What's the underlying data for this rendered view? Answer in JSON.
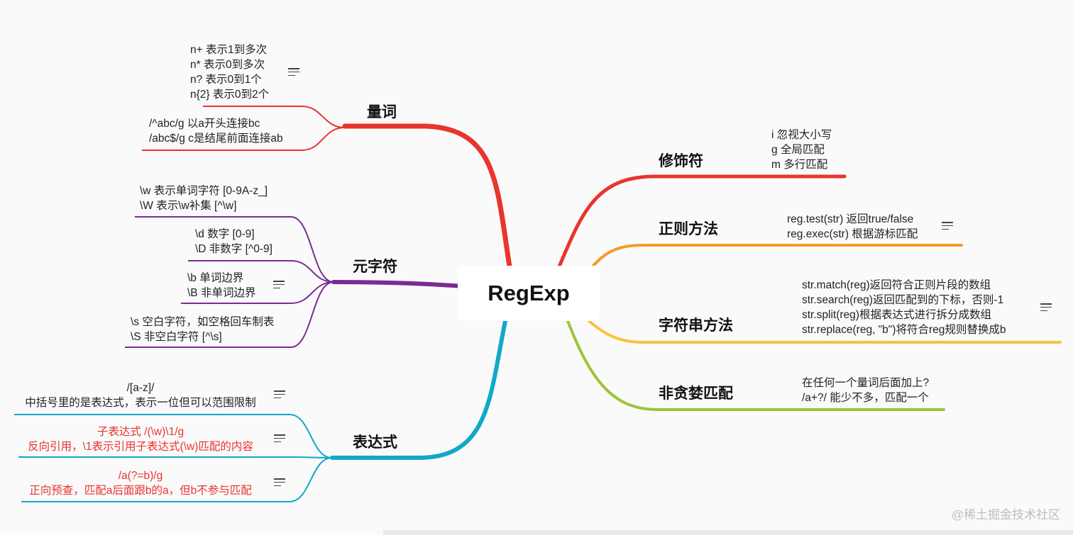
{
  "root": {
    "label": "RegExp"
  },
  "colors": {
    "liangci": "#e8352e",
    "yuanzifu": "#7b2b92",
    "biaodashi": "#12a8c8",
    "xiushifu": "#e8352e",
    "zhengze": "#f39c2a",
    "zifuchuan": "#f8c43c",
    "feitanlan": "#9cc43c"
  },
  "branches": {
    "liangci": {
      "label": "量词",
      "groups": [
        {
          "lines": [
            "n+ 表示1到多次",
            "n* 表示0到多次",
            "n? 表示0到1个",
            "n{2} 表示0到2个"
          ],
          "note_icon": "notes-icon"
        },
        {
          "lines": [
            "/^abc/g 以a开头连接bc",
            "/abc$/g c是结尾前面连接ab"
          ]
        }
      ]
    },
    "yuanzifu": {
      "label": "元字符",
      "groups": [
        {
          "lines": [
            "\\w 表示单词字符 [0-9A-z_]",
            "\\W 表示\\w补集 [^\\w]"
          ]
        },
        {
          "lines": [
            "\\d 数字 [0-9]",
            "\\D 非数字 [^0-9]"
          ]
        },
        {
          "lines": [
            "\\b 单词边界",
            "\\B 非单词边界"
          ],
          "note_icon": "notes-icon"
        },
        {
          "lines": [
            "\\s 空白字符，如空格回车制表",
            "\\S 非空白字符 [^\\s]"
          ]
        }
      ]
    },
    "biaodashi": {
      "label": "表达式",
      "groups": [
        {
          "lines": [
            "/[a-z]/",
            "中括号里的是表达式，表示一位但可以范围限制"
          ],
          "note_icon": "notes-icon"
        },
        {
          "lines": [
            "子表达式 /(\\w)\\1/g",
            "反向引用，\\1表示引用子表达式(\\w)匹配的内容"
          ],
          "note_icon": "notes-icon"
        },
        {
          "lines": [
            "/a(?=b)/g",
            "正向预查，匹配a后面跟b的a，但b不参与匹配"
          ],
          "note_icon": "notes-icon"
        }
      ]
    },
    "xiushifu": {
      "label": "修饰符",
      "groups": [
        {
          "lines": [
            "i 忽视大小写",
            "g 全局匹配",
            "m 多行匹配"
          ]
        }
      ]
    },
    "zhengze": {
      "label": "正则方法",
      "groups": [
        {
          "lines": [
            "reg.test(str) 返回true/false",
            "reg.exec(str) 根据游标匹配"
          ],
          "note_icon": "notes-icon"
        }
      ]
    },
    "zifuchuan": {
      "label": "字符串方法",
      "groups": [
        {
          "lines": [
            "str.match(reg)返回符合正则片段的数组",
            "str.search(reg)返回匹配到的下标，否则-1",
            "str.split(reg)根据表达式进行拆分成数组",
            "str.replace(reg, \"b\")将符合reg规则替换成b"
          ],
          "note_icon": "notes-icon"
        }
      ]
    },
    "feitanlan": {
      "label": "非贪婪匹配",
      "groups": [
        {
          "lines": [
            "在任何一个量词后面加上?",
            "/a+?/ 能少不多，匹配一个"
          ]
        }
      ]
    }
  },
  "watermark": "@稀土掘金技术社区"
}
